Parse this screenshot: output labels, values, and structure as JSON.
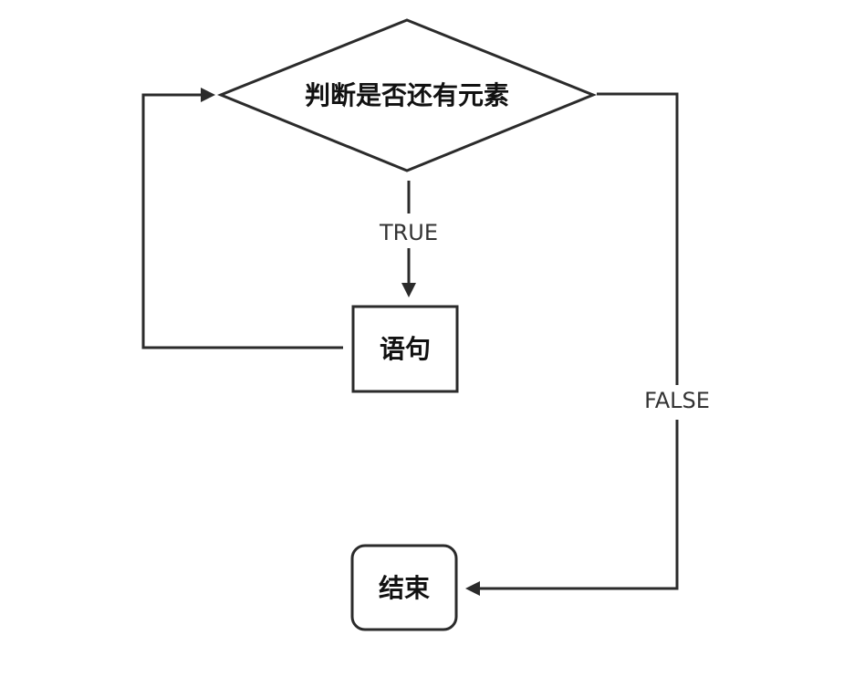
{
  "diagram": {
    "colors": {
      "stroke": "#2b2b2b",
      "node_fill": "#ffffff",
      "text": "#111111",
      "edge_label": "#333333"
    },
    "nodes": {
      "decision": {
        "label": "判断是否还有元素",
        "shape": "diamond"
      },
      "statement": {
        "label": "语句",
        "shape": "rectangle"
      },
      "end": {
        "label": "结束",
        "shape": "rounded-rectangle"
      }
    },
    "edges": {
      "true_label": "TRUE",
      "false_label": "FALSE"
    }
  }
}
